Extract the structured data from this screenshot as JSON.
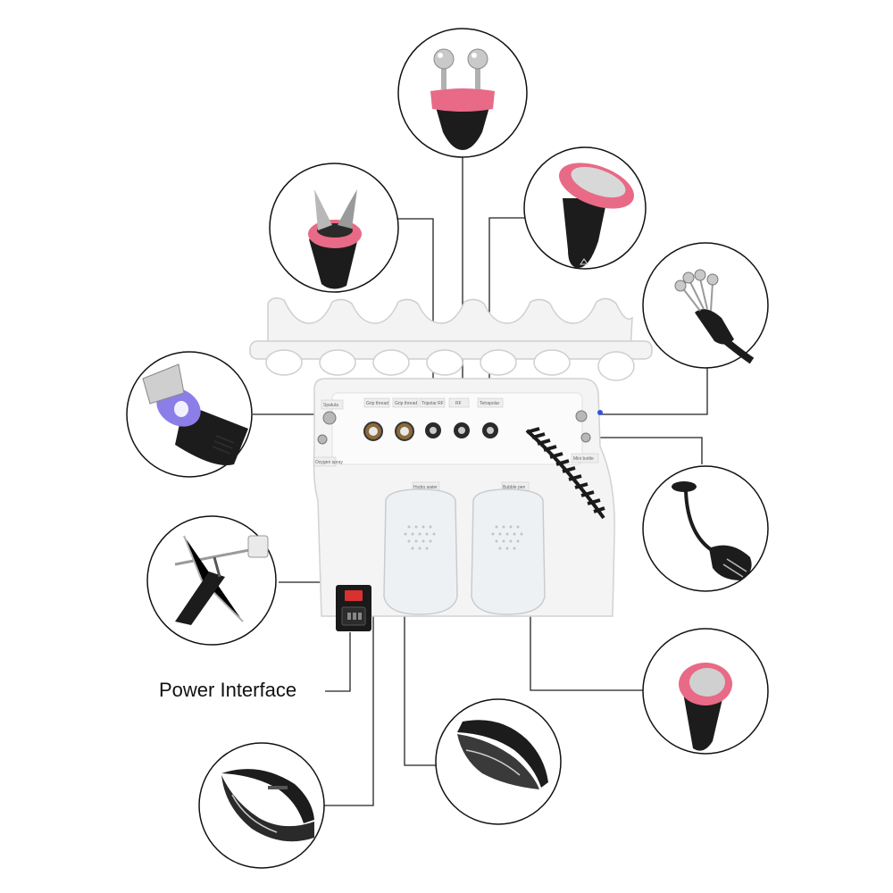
{
  "labels": {
    "power_interface": "Power Interface"
  },
  "ports": {
    "spatula": "Spatula",
    "grip_thread_1": "Grip thread",
    "grip_thread_2": "Grip thread",
    "tripolar": "Tripolar RF",
    "rf": "RF",
    "tetrapolar": "Tetrapolar",
    "oxygen_spray": "Oxygen spray",
    "hydro_water": "Hydro water",
    "bubble_pen": "Bubble pen",
    "mini_bottle": "Mini bottle"
  },
  "colors": {
    "accent_pink": "#e86a86",
    "handle_black": "#1c1c1c",
    "device_white": "#f2f2f2",
    "line": "#222222"
  },
  "icons": [
    "ultrasonic-spatula-icon",
    "oxygen-spray-gun-icon",
    "rf-tripolar-handle-icon",
    "rf-bipolar-handle-icon",
    "rf-ball-handle-icon",
    "microcurrent-ball-probe-icon",
    "vacuum-suction-probe-icon",
    "rf-flat-handle-icon",
    "cold-hammer-pad-icon",
    "hot-hammer-pad-icon",
    "power-switch-icon"
  ]
}
